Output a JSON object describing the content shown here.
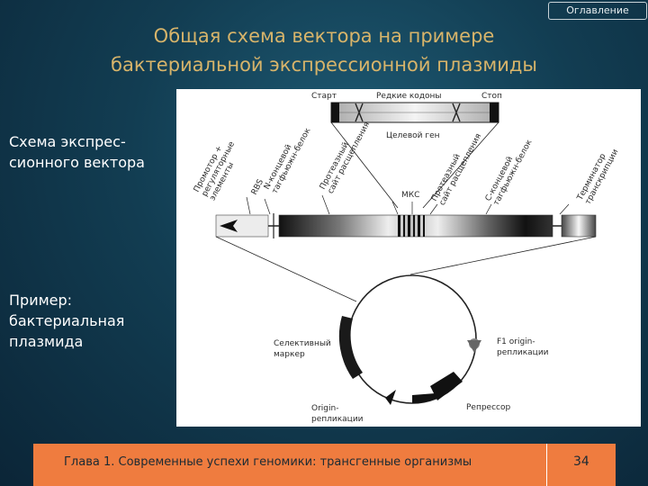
{
  "header": {
    "toc_label": "Оглавление",
    "title_line1": "Общая схема вектора на примере",
    "title_line2": "бактериальной экспрессионной плазмиды"
  },
  "side": {
    "scheme_line1": "Схема экспрес-",
    "scheme_line2": "сионного вектора",
    "example_line1": "Пример:",
    "example_line2": "бактериальная",
    "example_line3": "плазмида"
  },
  "diagram": {
    "gene": {
      "start": "Старт",
      "rare_codons": "Редкие кодоны",
      "stop": "Стоп",
      "target_gene": "Целевой ген"
    },
    "labels": {
      "promoter": [
        "Промотор +",
        "регуляторные",
        "элементы"
      ],
      "rbs": "RBS",
      "n_tag": [
        "N-концевой",
        "тагфьюжн-белок"
      ],
      "protease_site_1": [
        "Протеазный",
        "сайт расщепления"
      ],
      "mcs": "МКС",
      "protease_site_2": [
        "Протеазный",
        "сайт расщепления"
      ],
      "c_tag": [
        "С-концевой",
        "тагфьюжн-белок"
      ],
      "terminator": [
        "Терминатор",
        "транскрипции"
      ]
    },
    "plasmid": {
      "selective_marker": [
        "Селективный",
        "маркер"
      ],
      "f1_origin": [
        "F1 origin-",
        "репликации"
      ],
      "origin": [
        "Origin-",
        "репликации"
      ],
      "repressor": "Репрессор"
    }
  },
  "footer": {
    "chapter": "Глава 1. Современные успехи геномики: трансгенные организмы",
    "page": "34"
  }
}
